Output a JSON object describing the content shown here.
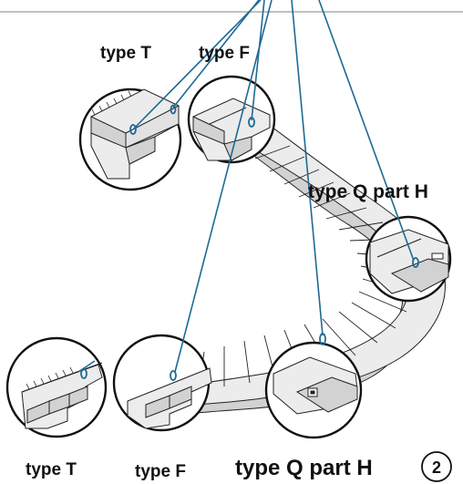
{
  "labels": {
    "top_left": "type T",
    "top_middle": "type F",
    "right_middle": "type Q part H",
    "bottom_left": "type T",
    "bottom_middle": "type F",
    "bottom_right": "type Q part H"
  },
  "page_number": "2",
  "colors": {
    "cable": "#1d6a96",
    "stair_fill": "#ececec",
    "stair_shade": "#d2d2d2",
    "outline": "#222222",
    "rule": "#9a9a9a"
  }
}
